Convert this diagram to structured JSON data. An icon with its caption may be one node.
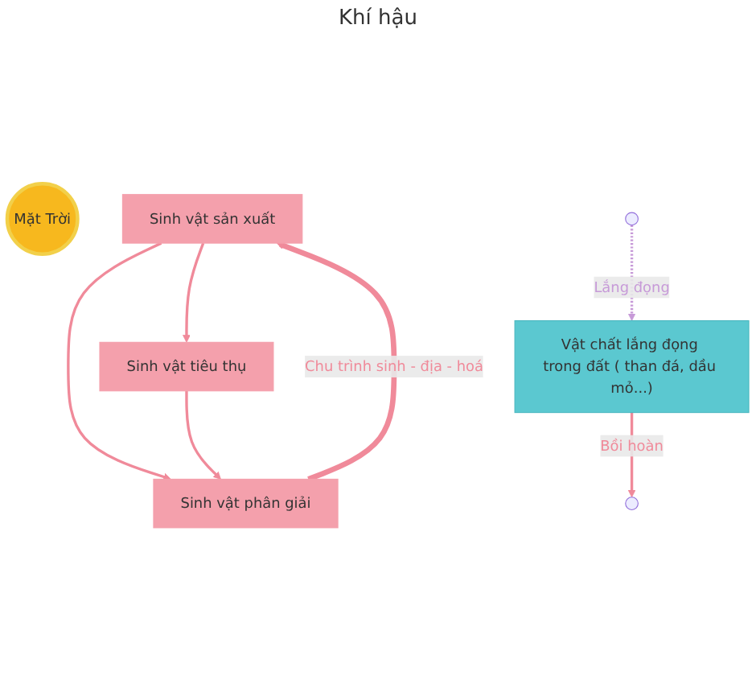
{
  "diagram": {
    "nodes": [
      {
        "text": [
          "Mặt Trời"
        ]
      },
      {
        "text": [
          "Sinh vật sản xuất"
        ]
      },
      {
        "text": [
          "Sinh vật tiêu thụ"
        ]
      },
      {
        "text": [
          "Sinh vật phân giải"
        ]
      },
      {
        "text": [
          "Vật chất lắng đọng trong đất ( than đá, dầu mỏ...)"
        ]
      }
    ],
    "edges": [
      {
        "from": 1,
        "to": 2,
        "arrow": "to"
      },
      {
        "from": 1,
        "to": 3,
        "arrow": "to"
      },
      {
        "from": 2,
        "to": 3,
        "arrow": "to"
      },
      {
        "from": 3,
        "to": 1,
        "arrow": "to",
        "label": "Chu trình sinh - địa - hoá",
        "style": "thick"
      },
      {
        "from": null,
        "to": 4,
        "arrow": "to",
        "label": "Lắng đọng",
        "style": "dashed",
        "color": "#c79ad8"
      },
      {
        "from": 4,
        "to": null,
        "arrow": "to",
        "label": "Bồi hoàn"
      }
    ],
    "labels": [
      "Khí hậu"
    ]
  }
}
